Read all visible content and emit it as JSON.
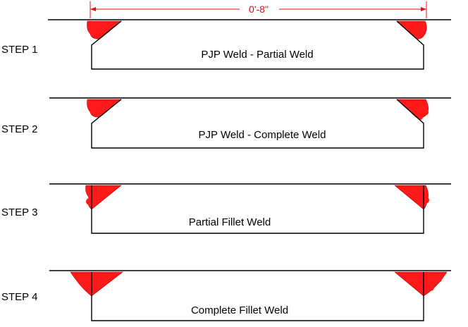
{
  "dimension": {
    "label": "0'-8\""
  },
  "colors": {
    "weld": "#ff1a1a",
    "weld_edge": "#b00000",
    "dimension": "#e01010",
    "line": "#000000"
  },
  "steps": [
    {
      "label": "STEP 1",
      "caption": "PJP Weld - Partial Weld"
    },
    {
      "label": "STEP 2",
      "caption": "PJP Weld - Complete Weld"
    },
    {
      "label": "STEP 3",
      "caption": "Partial Fillet Weld"
    },
    {
      "label": "STEP 4",
      "caption": "Complete Fillet Weld"
    }
  ]
}
